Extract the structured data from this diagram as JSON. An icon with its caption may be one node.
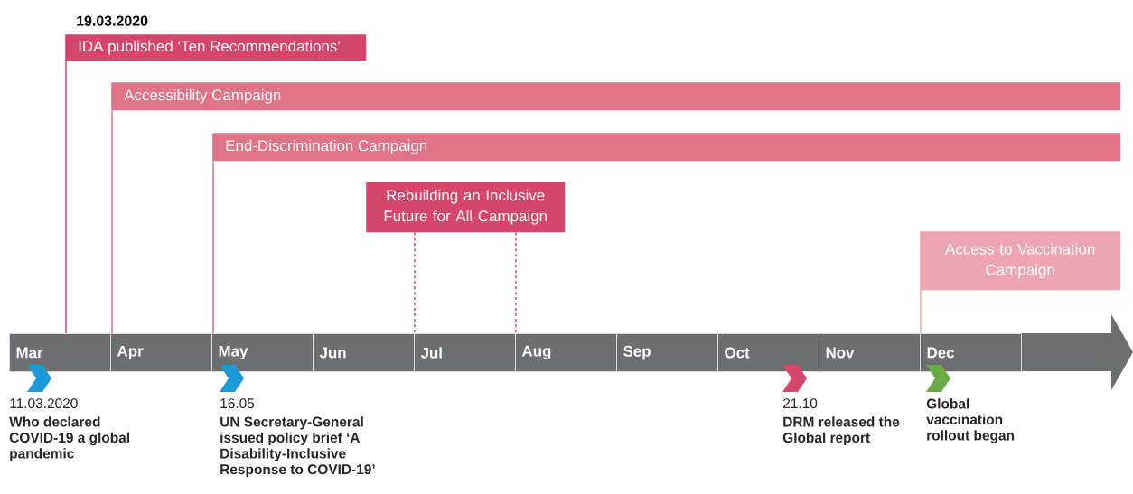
{
  "diagram": {
    "nodes": [
      {
        "text": [
          "IDA published ‘Ten Recommendations’"
        ],
        "beside": [
          "19.03.2020"
        ]
      },
      {
        "text": [
          "Accessibility Campaign"
        ]
      },
      {
        "text": [
          "End-Discrimination Campaign"
        ]
      },
      {
        "text": [
          "Rebuilding an Inclusive Future for All Campaign"
        ]
      },
      {
        "text": [
          "Access to Vaccination Campaign"
        ]
      },
      {
        "text": [
          "Mar"
        ]
      },
      {
        "text": [
          "Apr"
        ]
      },
      {
        "text": [
          "May"
        ]
      },
      {
        "text": [
          "Jun"
        ]
      },
      {
        "text": [
          "Jul"
        ]
      },
      {
        "text": [
          "Aug"
        ]
      },
      {
        "text": [
          "Sep"
        ]
      },
      {
        "text": [
          "Oct"
        ]
      },
      {
        "text": [
          "Nov"
        ]
      },
      {
        "text": [
          "Dec"
        ]
      }
    ],
    "edges": [
      {
        "from": 0,
        "to": 5,
        "arrow": "none",
        "color": "#d6466a"
      },
      {
        "from": 1,
        "to": 6,
        "arrow": "none"
      },
      {
        "from": 2,
        "to": 7,
        "arrow": "none"
      },
      {
        "from": 3,
        "to": 9,
        "arrow": "none",
        "style": "dashed",
        "color": "#d6466a"
      },
      {
        "from": 3,
        "to": 10,
        "arrow": "none",
        "style": "dashed",
        "color": "#d6466a"
      },
      {
        "from": 4,
        "to": 14,
        "arrow": "none",
        "color": "#eda6b1"
      }
    ],
    "labels": [
      "11.03.2020",
      "Who declared COVID-19 a global pandemic",
      "16.05",
      "UN Secretary-General issued policy brief ‘A Disability-Inclusive Response to COVID-19’",
      "21.10",
      "DRM released the Global report",
      "Global vaccination rollout began"
    ]
  }
}
